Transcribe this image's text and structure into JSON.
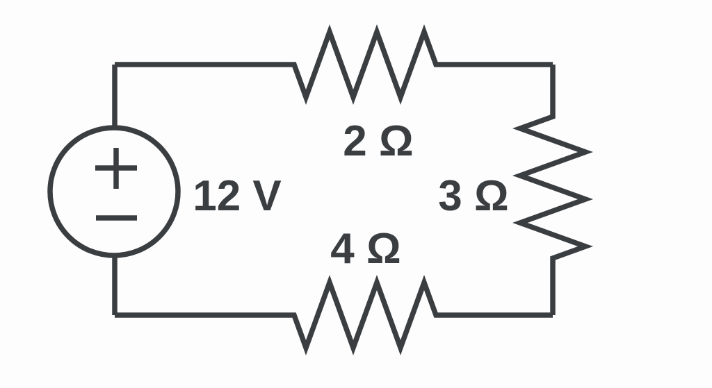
{
  "diagram": {
    "kind": "electric-circuit-schematic",
    "background_color": "#fdfdfd",
    "stroke_color": "#3b3e41",
    "label_color": "#3b3e41",
    "components": [
      {
        "id": "voltage-source",
        "type": "dc-voltage-source",
        "label": "12 V",
        "position": "left",
        "polarity_top": "+",
        "polarity_bottom": "−"
      },
      {
        "id": "resistor-top",
        "type": "resistor",
        "label": "2 Ω",
        "position": "top"
      },
      {
        "id": "resistor-right",
        "type": "resistor",
        "label": "3 Ω",
        "position": "right"
      },
      {
        "id": "resistor-bottom",
        "type": "resistor",
        "label": "4 Ω",
        "position": "bottom"
      }
    ],
    "icons": {
      "source_polarity_top": "plus-icon",
      "source_polarity_bottom": "minus-icon"
    }
  }
}
